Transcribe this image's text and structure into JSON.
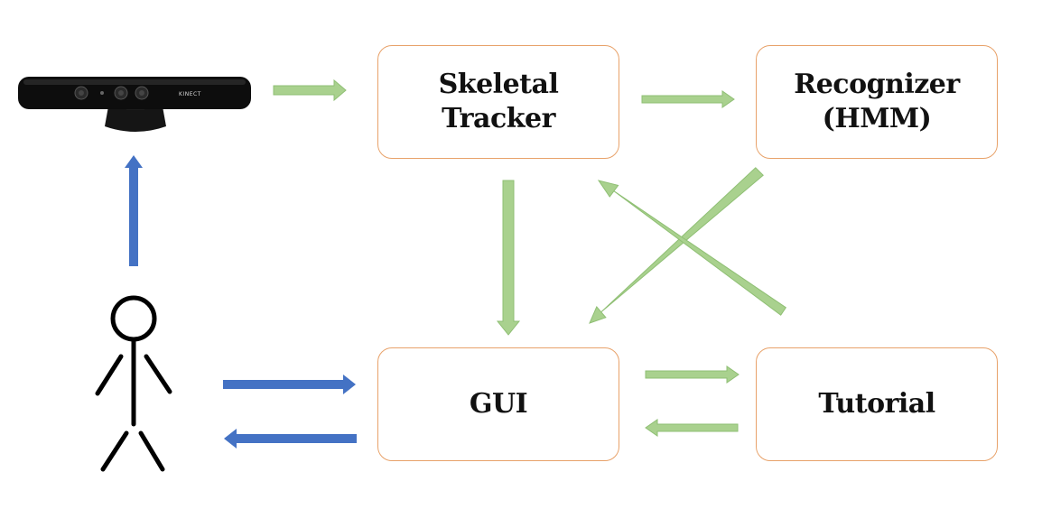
{
  "nodes": {
    "skeletal_tracker": {
      "line1": "Skeletal",
      "line2": "Tracker"
    },
    "recognizer": {
      "line1": "Recognizer",
      "line2": "(HMM)"
    },
    "gui": {
      "label": "GUI"
    },
    "tutorial": {
      "label": "Tutorial"
    }
  },
  "sensor": {
    "brand_text": "KINECT",
    "icon": "kinect-sensor-icon"
  },
  "user": {
    "icon": "stick-figure-user-icon"
  },
  "colors": {
    "box_border": "#e8a26a",
    "green_arrow_fill": "#a9d18e",
    "green_arrow_stroke": "#8fbf74",
    "blue_arrow": "#4472c4"
  }
}
